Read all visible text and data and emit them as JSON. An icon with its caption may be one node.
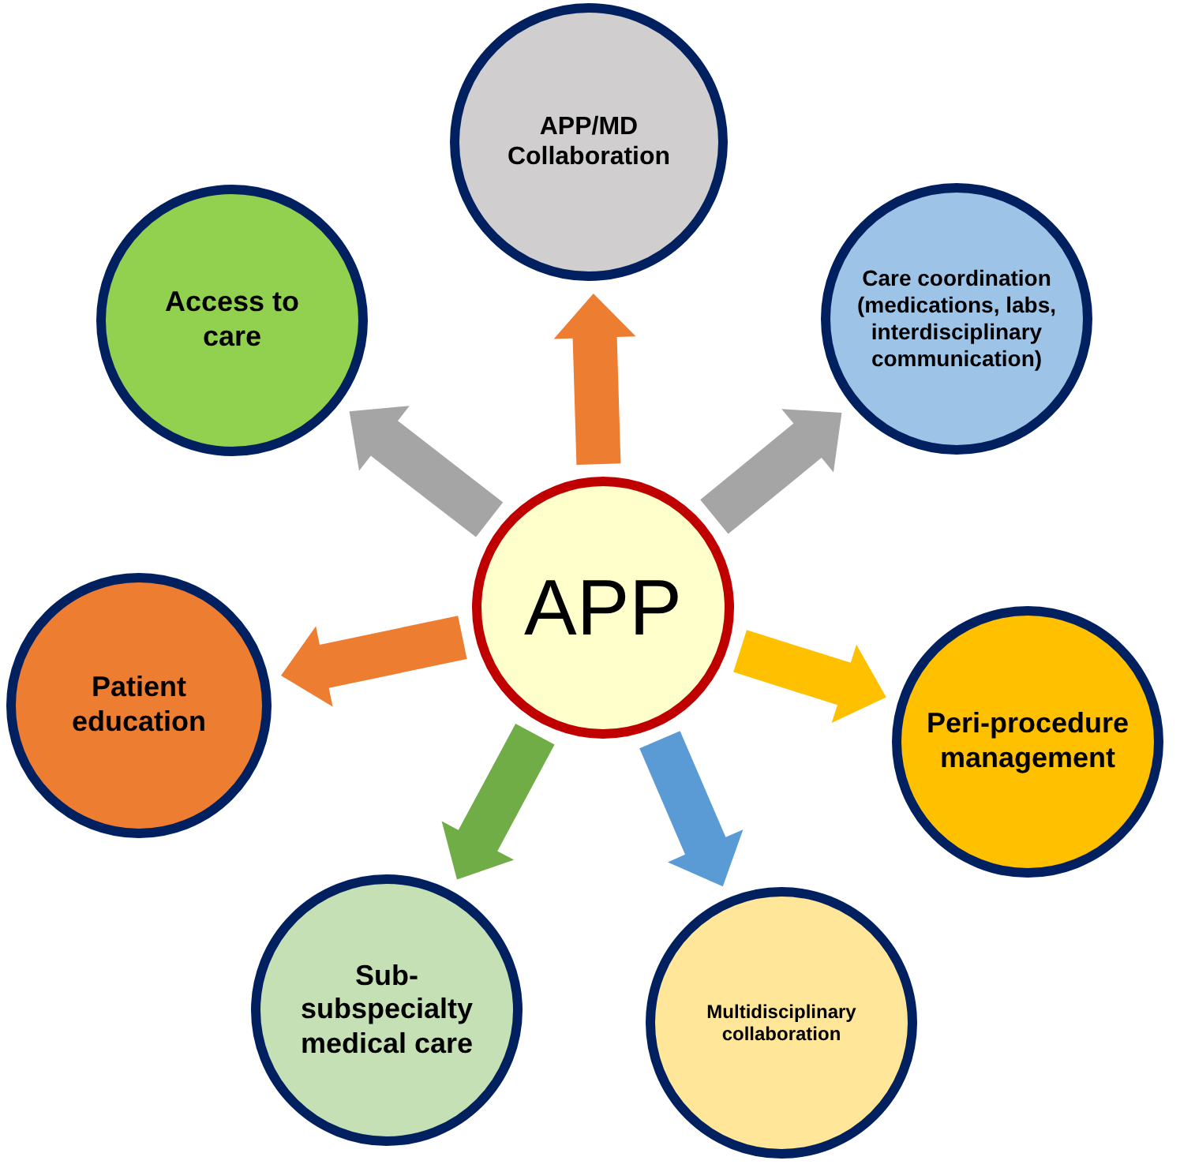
{
  "diagram": {
    "nodes": [
      {
        "text": [
          "APP"
        ]
      },
      {
        "text": [
          "APP/MD Collaboration"
        ]
      },
      {
        "text": [
          "Care coordination (medications, labs, interdisciplinary communication)"
        ]
      },
      {
        "text": [
          "Peri-procedure management"
        ]
      },
      {
        "text": [
          "Multidisciplinary collaboration"
        ]
      },
      {
        "text": [
          "Sub-subspecialty medical care"
        ]
      },
      {
        "text": [
          "Patient education"
        ]
      },
      {
        "text": [
          "Access to care"
        ]
      }
    ],
    "edges": [
      {
        "from": 0,
        "to": 1,
        "arrow": "to",
        "color": "#ed7d31"
      },
      {
        "from": 0,
        "to": 2,
        "arrow": "to",
        "color": "#a5a5a5"
      },
      {
        "from": 0,
        "to": 3,
        "arrow": "to",
        "color": "#ffc000"
      },
      {
        "from": 0,
        "to": 4,
        "arrow": "to",
        "color": "#5b9bd5"
      },
      {
        "from": 0,
        "to": 5,
        "arrow": "to",
        "color": "#70ad47"
      },
      {
        "from": 0,
        "to": 6,
        "arrow": "to",
        "color": "#ed7d31"
      },
      {
        "from": 0,
        "to": 7,
        "arrow": "to",
        "color": "#a5a5a5"
      }
    ]
  }
}
